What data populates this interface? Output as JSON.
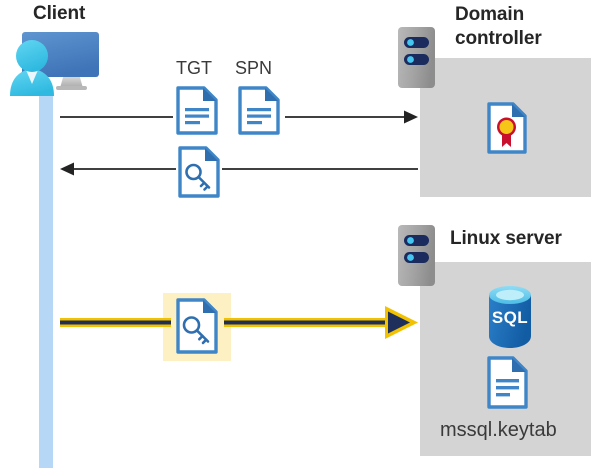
{
  "diagram": {
    "title_client": "Client",
    "title_domain_controller": "Domain\ncontroller",
    "title_domain_controller_line1": "Domain",
    "title_domain_controller_line2": "controller",
    "title_linux_server": "Linux server",
    "label_tgt": "TGT",
    "label_spn": "SPN",
    "label_keytab": "mssql.keytab",
    "label_sql": "SQL"
  },
  "icons": {
    "client": "client-workstation-icon",
    "server_top": "server-rack-icon",
    "server_bottom": "server-rack-icon",
    "doc_tgt": "document-icon",
    "doc_spn": "document-icon",
    "doc_key_return": "key-document-icon",
    "doc_key_highlight": "key-document-icon",
    "certificate": "certificate-document-icon",
    "database": "sql-database-icon",
    "keytab": "document-icon"
  },
  "flows": [
    {
      "name": "request-tgt-spn",
      "direction": "right",
      "style": "thin-gray",
      "from": "client",
      "to": "domain-controller"
    },
    {
      "name": "return-service-ticket",
      "direction": "left",
      "style": "thin-gray",
      "from": "domain-controller",
      "to": "client"
    },
    {
      "name": "present-ticket-to-linux-server",
      "direction": "right",
      "style": "thick-yellow",
      "from": "client",
      "to": "linux-server"
    }
  ],
  "colors": {
    "panel_gray": "#d4d4d4",
    "lifeline_blue": "#b6d7f5",
    "highlight_yellow": "#fdf1c4",
    "arrow_gray": "#404040",
    "arrow_yellow": "#f2c200",
    "arrow_yellow_core": "#1f2f5c",
    "doc_blue": "#3f86c8",
    "doc_fold": "#2f6fb0",
    "monitor_blue": "#4a82c4",
    "person_cyan": "#41c6ea",
    "server_gray": "#9e9e9e",
    "server_navy": "#1b2b5e",
    "server_dot": "#45c6f0",
    "cert_gold": "#f5c518",
    "cert_red": "#c8102e",
    "sql_blue": "#1f6fba",
    "sql_top": "#5ec8ee",
    "text_dark": "#262626",
    "text_gray": "#3a3a3a"
  }
}
